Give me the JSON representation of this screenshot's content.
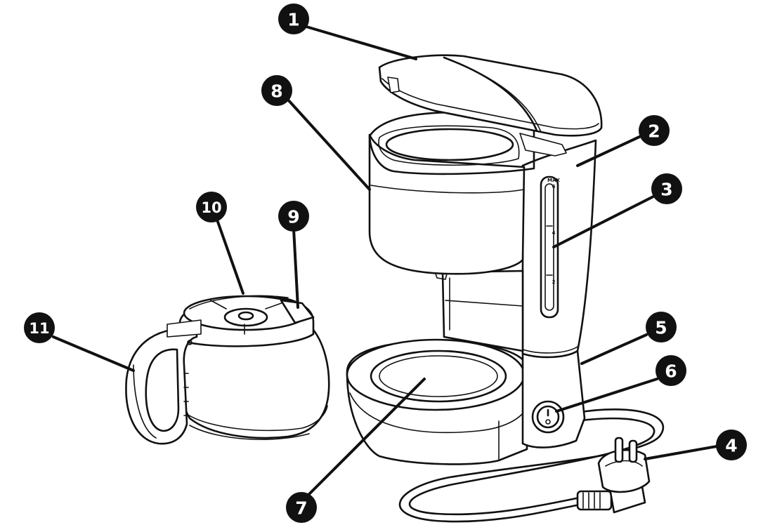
{
  "callouts": [
    {
      "id": "c1",
      "label": "1"
    },
    {
      "id": "c2",
      "label": "2"
    },
    {
      "id": "c3",
      "label": "3"
    },
    {
      "id": "c4",
      "label": "4"
    },
    {
      "id": "c5",
      "label": "5"
    },
    {
      "id": "c6",
      "label": "6"
    },
    {
      "id": "c7",
      "label": "7"
    },
    {
      "id": "c8",
      "label": "8"
    },
    {
      "id": "c9",
      "label": "9"
    },
    {
      "id": "c10",
      "label": "10"
    },
    {
      "id": "c11",
      "label": "11"
    }
  ],
  "water_gauge": {
    "max_label": "MAX",
    "marks": [
      "6",
      "4",
      "2"
    ]
  },
  "colors": {
    "ink": "#111111",
    "badge_fill": "#111111",
    "badge_text": "#ffffff",
    "background": "#ffffff"
  }
}
